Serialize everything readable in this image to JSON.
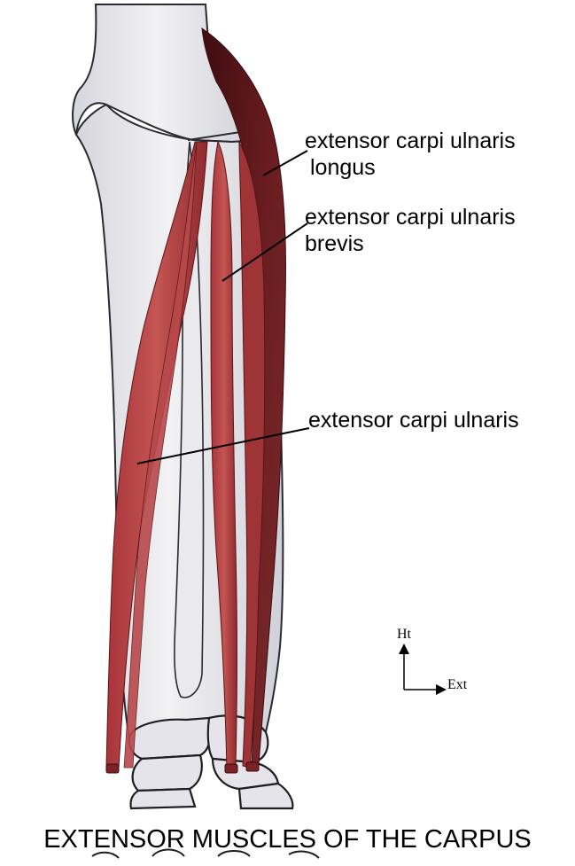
{
  "labels": {
    "extensor_carpi_ulnaris_longus": [
      "extensor carpi ulnaris",
      "longus"
    ],
    "extensor_carpi_ulnaris_brevis": [
      "extensor carpi ulnaris",
      "brevis"
    ],
    "extensor_carpi_ulnaris": "extensor carpi ulnaris"
  },
  "orientation": {
    "up": "Ht",
    "right": "Ext"
  },
  "caption": "EXTENSOR MUSCLES OF THE CARPUS",
  "colors": {
    "bone_fill": "#e6e6ea",
    "bone_outline": "#2a2a33",
    "muscle_light": "#b5423f",
    "muscle_dark": "#5a1518",
    "leader_line": "#000000"
  }
}
